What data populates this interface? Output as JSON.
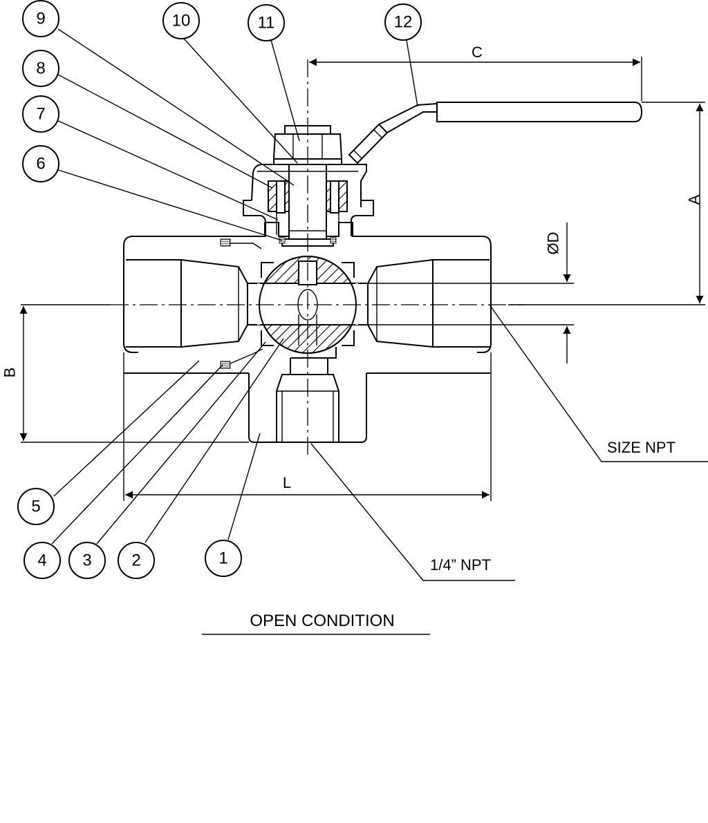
{
  "balloons": [
    "1",
    "2",
    "3",
    "4",
    "5",
    "6",
    "7",
    "8",
    "9",
    "10",
    "11",
    "12"
  ],
  "dimensions": {
    "a": "A",
    "b": "B",
    "c": "C",
    "d": "ØD",
    "l": "L"
  },
  "labels": {
    "size_npt": "SIZE NPT",
    "quarter_npt": "1/4” NPT"
  },
  "caption": "OPEN CONDITION"
}
